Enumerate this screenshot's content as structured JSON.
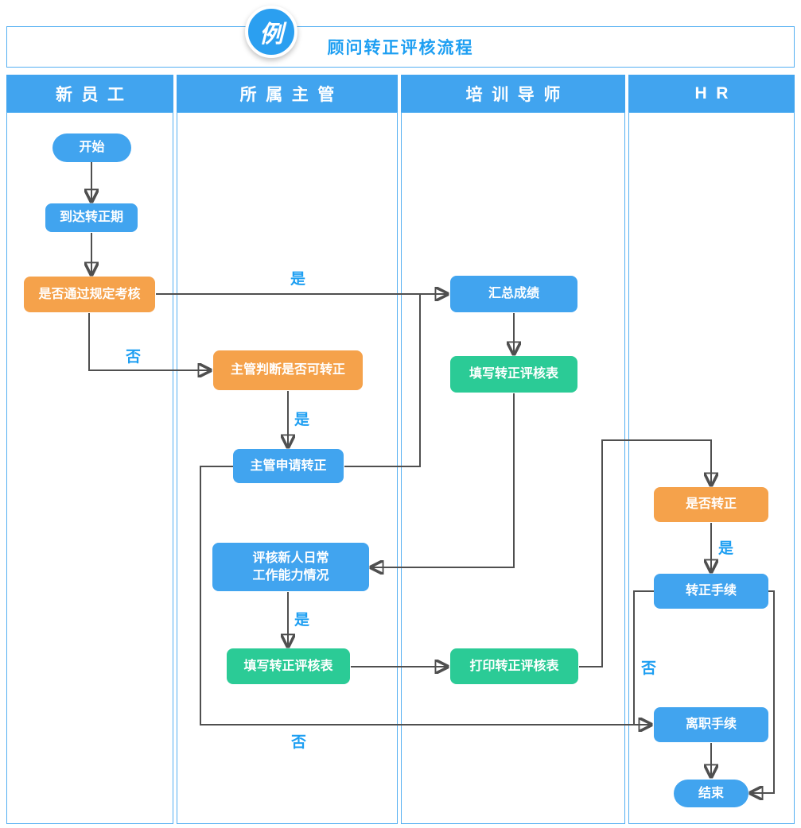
{
  "badge": {
    "label": "例"
  },
  "header": {
    "title": "顾问转正评核流程"
  },
  "lanes": [
    {
      "label": "新员工"
    },
    {
      "label": "所属主管"
    },
    {
      "label": "培训导师"
    },
    {
      "label": "HR"
    }
  ],
  "nodes": {
    "start": {
      "label": "开始"
    },
    "reach_period": {
      "label": "到达转正期"
    },
    "pass_exam": {
      "label": "是否通过规定考核"
    },
    "supervisor_judge": {
      "label": "主管判断是否可转正"
    },
    "supervisor_apply": {
      "label": "主管申请转正"
    },
    "evaluate_daily": {
      "label": "评核新人日常\n工作能力情况"
    },
    "fill_form_supervisor": {
      "label": "填写转正评核表"
    },
    "summarize_scores": {
      "label": "汇总成绩"
    },
    "fill_form_mentor": {
      "label": "填写转正评核表"
    },
    "print_form": {
      "label": "打印转正评核表"
    },
    "is_regularized": {
      "label": "是否转正"
    },
    "regularization_procedure": {
      "label": "转正手续"
    },
    "resignation_procedure": {
      "label": "离职手续"
    },
    "end": {
      "label": "结束"
    }
  },
  "edge_labels": {
    "yes_pass_exam": "是",
    "no_pass_exam": "否",
    "yes_supervisor_judge": "是",
    "yes_evaluate_daily": "是",
    "yes_is_regularized": "是",
    "no_is_regularized": "否",
    "no_bottom": "否"
  },
  "colors": {
    "node_blue": "#41A4EF",
    "node_orange": "#F5A24B",
    "node_green": "#2BCB96",
    "lane_header_blue": "#41A4EF",
    "border_light_blue": "#55B0F2",
    "arrow_gray": "#4F4F4F",
    "accent_text_blue": "#1E9FF2"
  }
}
